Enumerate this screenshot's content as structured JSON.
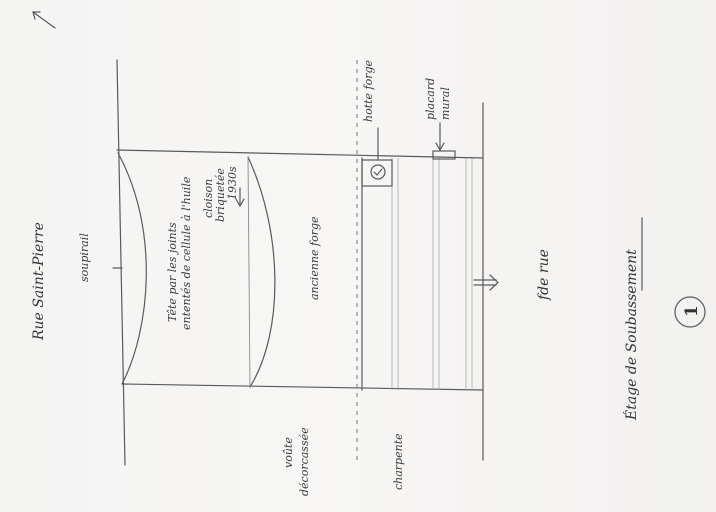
{
  "labels": {
    "street": "Rue Saint-Pierre",
    "soupirail": "soupirail",
    "wall_note_line1": "Tête par les joints",
    "wall_note_line2": "ententés de cellule à l'huile",
    "partition_line1": "cloison",
    "partition_line2": "briquetée",
    "partition_line3": "1930s",
    "ancient_forge": "ancienne forge",
    "hood": "hotte forge",
    "vault_line1": "voûte",
    "vault_line2": "décorcassée",
    "charpente": "charpente",
    "placard_line1": "placard",
    "placard_line2": "mural",
    "street_side": "fde rue",
    "floor_title": "Étage de Soubassement",
    "sheet_number": "1"
  },
  "icons": {
    "north_arrow": "arrow-icon",
    "flow_arrow": "double-arrow-icon",
    "hood_marker": "circle-check-icon"
  },
  "colors": {
    "paper": "#f4f4f3",
    "pencil": "#5a5a5a"
  }
}
